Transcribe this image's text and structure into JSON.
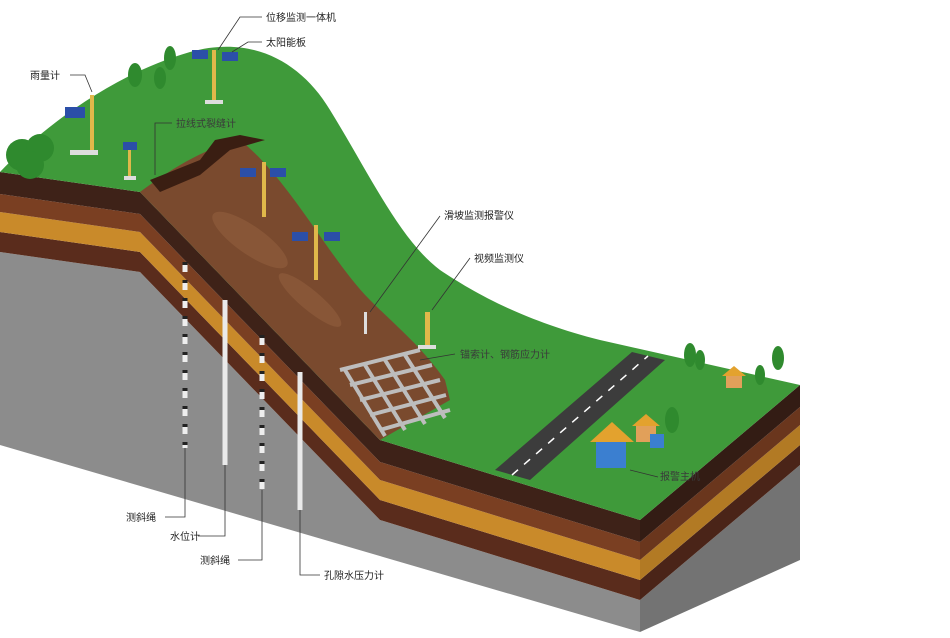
{
  "title": "滑坡监测系统示意图",
  "labels": {
    "displacement_unit": "位移监测一体机",
    "solar_panel": "太阳能板",
    "rain_gauge": "雨量计",
    "crack_meter": "拉线式裂缝计",
    "landslide_alarm": "滑坡监测报警仪",
    "video_monitor": "视频监测仪",
    "anchor_meter": "锚索计、钢筋应力计",
    "alarm_host": "报警主机",
    "inclinometer_1": "测斜绳",
    "water_level": "水位计",
    "inclinometer_2": "测斜绳",
    "pore_pressure": "孔隙水压力计"
  },
  "colors": {
    "grass": "#3f9a3a",
    "slide": "#7a4a2e",
    "soil_dark": "#4a2a1e",
    "soil_brown": "#7a3f22",
    "soil_orange": "#c98a2a",
    "rock": "#8a8a8a",
    "road": "#3c3c3c"
  }
}
